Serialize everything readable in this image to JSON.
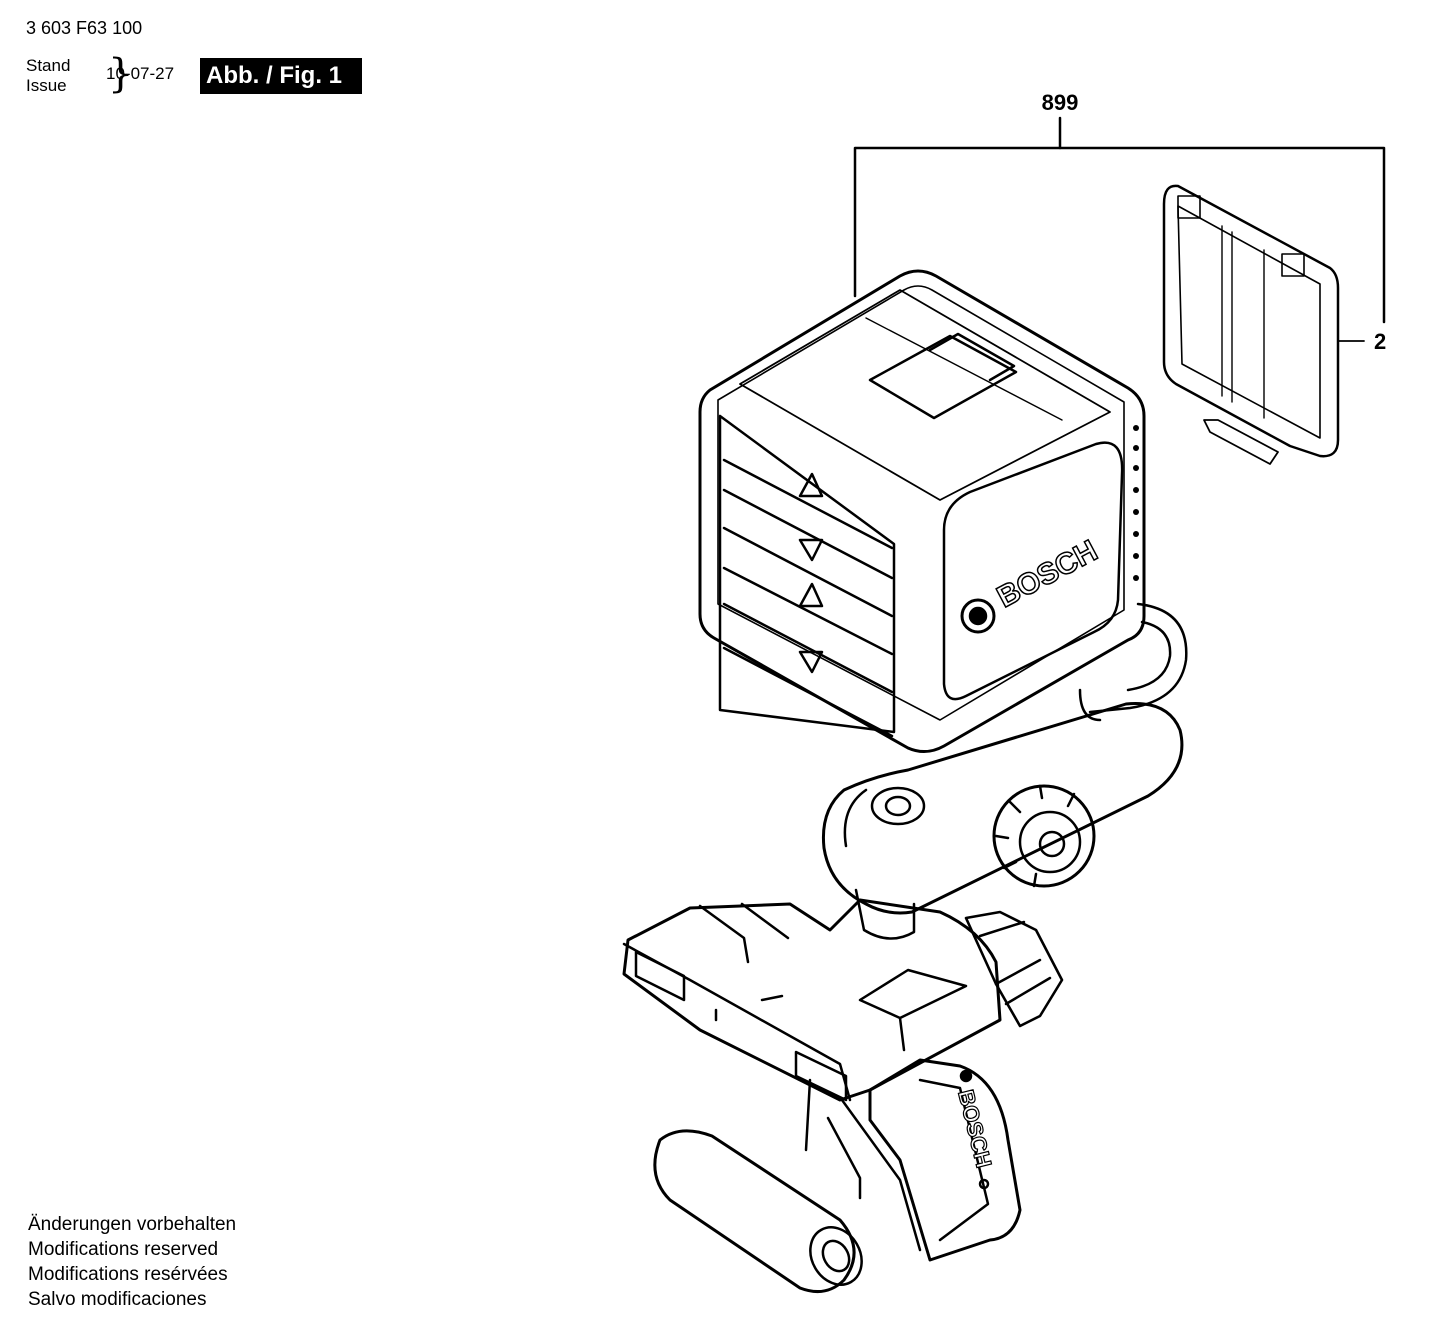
{
  "header": {
    "part_number": "3 603 F63 100",
    "stand_label": "Stand",
    "issue_label": "Issue",
    "date": "10-07-27",
    "figure_label": "Abb. / Fig. 1"
  },
  "callouts": {
    "assembly": "899",
    "cover": "2"
  },
  "brand": "BOSCH",
  "footer": {
    "lines": [
      "Änderungen vorbehalten",
      "Modifications reserved",
      "Modifications resérvées",
      "Salvo modificaciones"
    ]
  }
}
